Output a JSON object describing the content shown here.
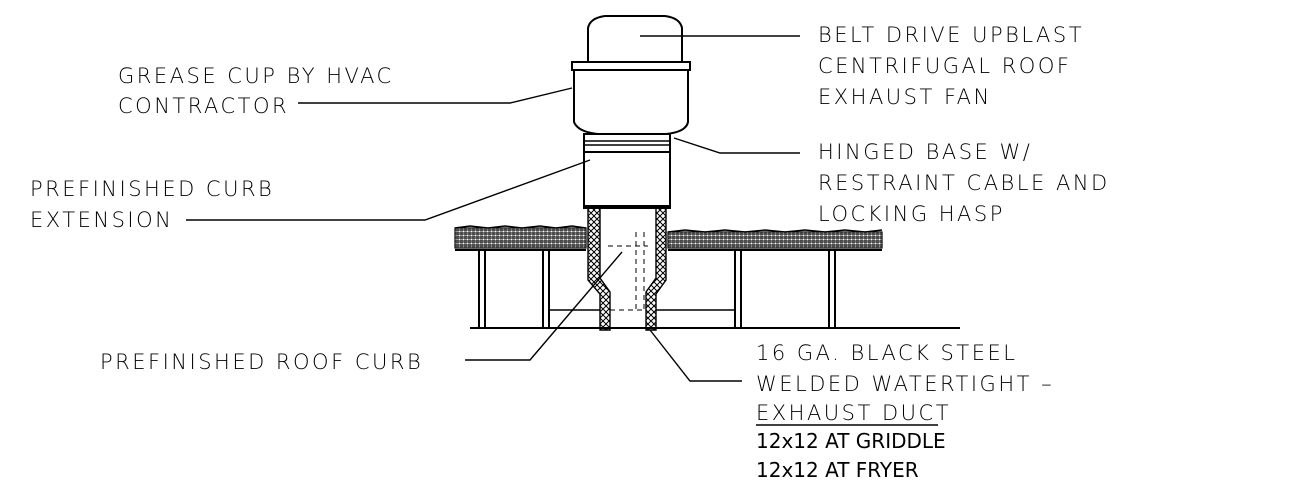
{
  "labels": {
    "fan": [
      "BELT DRIVE UPBLAST",
      "CENTRIFUGAL ROOF",
      "EXHAUST FAN"
    ],
    "grease_cup": [
      "GREASE CUP BY HVAC",
      "CONTRACTOR"
    ],
    "hinged_base": [
      "HINGED BASE W/",
      "RESTRAINT CABLE AND",
      "LOCKING HASP"
    ],
    "curb_extension": [
      "PREFINISHED CURB",
      "EXTENSION"
    ],
    "roof_curb": "PREFINISHED ROOF CURB",
    "duct": [
      "16 GA. BLACK STEEL",
      "WELDED WATERTIGHT –",
      "EXHAUST DUCT"
    ],
    "duct_sizes": [
      "12x12 AT GRIDDLE",
      "12x12 AT FRYER"
    ]
  }
}
